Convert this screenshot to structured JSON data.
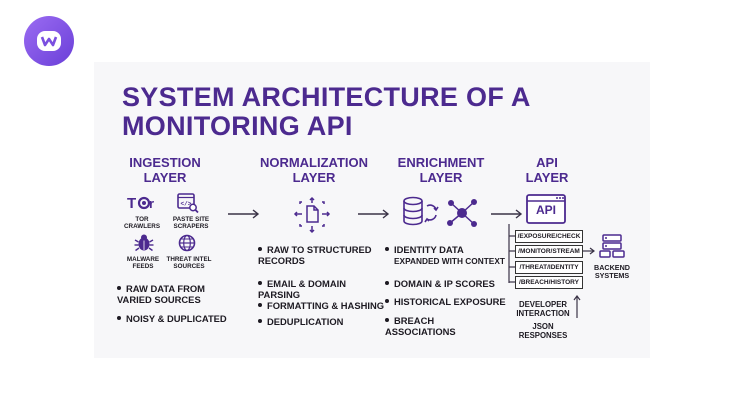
{
  "title": "SYSTEM ARCHITECTURE OF A MONITORING API",
  "ingestion": {
    "heading": "INGESTION LAYER",
    "sources": [
      "TOR CRAWLERS",
      "PASTE SITE SCRAPERS",
      "MALWARE FEEDS",
      "THREAT INTEL SOURCES"
    ],
    "bullets": [
      "RAW DATA FROM VARIED SOURCES",
      "NOISY & DUPLICATED"
    ]
  },
  "normalization": {
    "heading": "NORMALIZATION LAYER",
    "bullets": [
      "RAW TO STRUCTURED RECORDS",
      "EMAIL & DOMAIN PARSING",
      "FORMATTING & HASHING",
      "DEDUPLICATION"
    ]
  },
  "enrichment": {
    "heading": "ENRICHMENT LAYER",
    "bullets": [
      "IDENTITY DATA",
      "EXPANDED WITH CONTEXT",
      "DOMAIN & IP SCORES",
      "HISTORICAL EXPOSURE",
      "BREACH ASSOCIATIONS"
    ]
  },
  "api": {
    "heading": "API LAYER",
    "box_label": "API",
    "endpoints": [
      "/EXPOSURE/CHECK",
      "/MONITOR/STREAM",
      "/THREAT/IDENTITY",
      "/BREACH/HISTORY"
    ],
    "backend": "BACKEND SYSTEMS",
    "developer": "DEVELOPER INTERACTION",
    "json": "JSON RESPONSES"
  },
  "icons": {
    "tor": "Tor",
    "logo": "brand-logo-icon"
  },
  "colors": {
    "accent": "#4c2a8f",
    "logo": "#7b4fe0",
    "panel": "#f7f7f9"
  }
}
